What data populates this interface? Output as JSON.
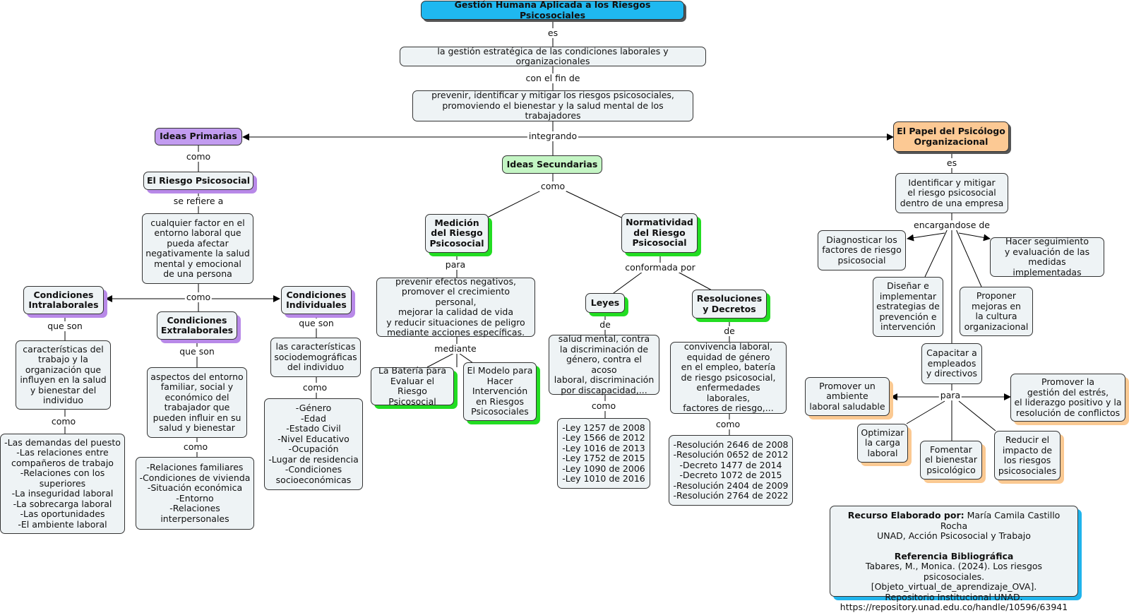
{
  "title": "Gestión Humana Aplicada a los Riesgos Psicosociales",
  "colors": {
    "title": "#1fb8f0",
    "primary": "#c29cf0",
    "secondary": "#c4f5c4",
    "psychologist": "#fcc994",
    "node_fill": "#eef3f5"
  },
  "center": {
    "l_es": "es",
    "definition": "la gestión estratégica de las condiciones laborales y organizacionales",
    "l_con_el_fin_de": "con el fin de",
    "purpose": "prevenir, identificar y mitigar los riesgos psicosociales,\npromoviendo el bienestar y la salud mental de los trabajadores",
    "l_integrando": "integrando"
  },
  "primary": {
    "header": "Ideas Primarias",
    "l_como": "como",
    "risk": "El Riesgo Psicosocial",
    "l_se_refiere_a": "se refiere a",
    "risk_def": "cualquier factor en el\nentorno laboral que\npueda afectar\nnegativamente la salud\nmental y emocional\nde una persona",
    "l_como2": "como",
    "intra": "Condiciones\nIntralaborales",
    "intra_l_que_son": "que son",
    "intra_def": "características del\ntrabajo y la\norganización que\ninfluyen en la salud\ny bienestar del\nindividuo",
    "intra_l_como": "como",
    "intra_list": "-Las demandas del puesto\n-Las relaciones entre\ncompañeros de trabajo\n-Relaciones con los\nsuperiores\n-La inseguridad laboral\n-La sobrecarga laboral\n-Las oportunidades\n-El ambiente laboral",
    "extra": "Condiciones\nExtralaborales",
    "extra_l_que_son": "que son",
    "extra_def": "aspectos del entorno\nfamiliar, social y\neconómico del\ntrabajador que\npueden influir en su\nsalud y bienestar",
    "extra_l_como": "como",
    "extra_list": "-Relaciones familiares\n-Condiciones de vivienda\n-Situación económica\n-Entorno\n-Relaciones\ninterpersonales",
    "indiv": "Condiciones\nIndividuales",
    "indiv_l_que_son": "que son",
    "indiv_def": "las características\nsociodemográficas\ndel individuo",
    "indiv_l_como": "como",
    "indiv_list": "-Género\n-Edad\n-Estado Civil\n-Nivel Educativo\n-Ocupación\n-Lugar de residencia\n-Condiciones\nsocioeconómicas"
  },
  "secondary": {
    "header": "Ideas Secundarias",
    "l_como": "como",
    "medicion": "Medición\ndel Riesgo\nPsicosocial",
    "l_para": "para",
    "medicion_def": "prevenir efectos negativos,\npromover el crecimiento personal,\nmejorar la calidad de vida\ny reducir situaciones de peligro\nmediante acciones específicas.",
    "l_mediante": "mediante",
    "bateria": "La Batería para\nEvaluar el Riesgo\nPsicosocial",
    "modelo": "El Modelo para\nHacer\nIntervención\nen Riesgos\nPsicosociales",
    "normatividad": "Normatividad\ndel Riesgo\nPsicosocial",
    "l_conformada_por": "conformada por",
    "leyes": "Leyes",
    "leyes_l_de": "de",
    "leyes_def": "salud mental, contra\nla discriminación de\ngénero, contra el acoso\nlaboral, discriminación\npor discapacidad,...",
    "leyes_l_como": "como",
    "leyes_list": "-Ley 1257 de 2008\n-Ley 1566 de 2012\n-Ley 1016 de 2013\n-Ley 1752 de 2015\n-Ley 1090 de 2006\n-Ley 1010 de 2016",
    "resol": "Resoluciones\ny Decretos",
    "resol_l_de": "de",
    "resol_def": "convivencia laboral,\nequidad de género\nen el empleo, batería\nde riesgo psicosocial,\nenfermedades laborales,\nfactores de riesgo,...",
    "resol_l_como": "como",
    "resol_list": "-Resolución 2646 de 2008\n-Resolución 0652 de 2012\n-Decreto 1477 de 2014\n-Decreto 1072 de 2015\n-Resolución 2404 de 2009\n-Resolución 2764 de 2022"
  },
  "psychologist": {
    "header": "El Papel del Psicólogo\nOrganizacional",
    "l_es": "es",
    "role": "Identificar y mitigar\nel riesgo psicosocial\ndentro de una empresa",
    "l_encargandose_de": "encargandose de",
    "diagnosticar": "Diagnosticar los\nfactores de riesgo\npsicosocial",
    "disenar": "Diseñar e\nimplementar\nestrategias de\nprevención e\nintervención",
    "proponer": "Proponer\nmejoras en\nla cultura\norganizacional",
    "seguimiento": "Hacer seguimiento\ny evaluación de las\nmedidas implementadas",
    "capacitar": "Capacitar a\nempleados\ny directivos",
    "l_para": "para",
    "ambiente": "Promover un\nambiente\nlaboral saludable",
    "estres": "Promover la\ngestión del estrés,\nel liderazgo positivo y la\nresolución de conflictos",
    "optimizar": "Optimizar\nla carga\nlaboral",
    "fomentar": "Fomentar\nel bienestar\npsicológico",
    "reducir": "Reducir el\nimpacto de\nlos riesgos\npsicosociales"
  },
  "credits": {
    "made_by_label": "Recurso Elaborado por:",
    "made_by_name": "María Camila Castillo Rocha",
    "made_by_org": "UNAD, Acción Psicosocial y Trabajo",
    "ref_label": "Referencia Bibliográfica",
    "ref_line1": "Tabares, M., Monica. (2024). Los riesgos psicosociales.",
    "ref_line2": "[Objeto_virtual_de_aprendizaje_OVA].",
    "ref_line3": "Repositorio Institucional UNAD.",
    "ref_line4": "https://repository.unad.edu.co/handle/10596/63941"
  }
}
